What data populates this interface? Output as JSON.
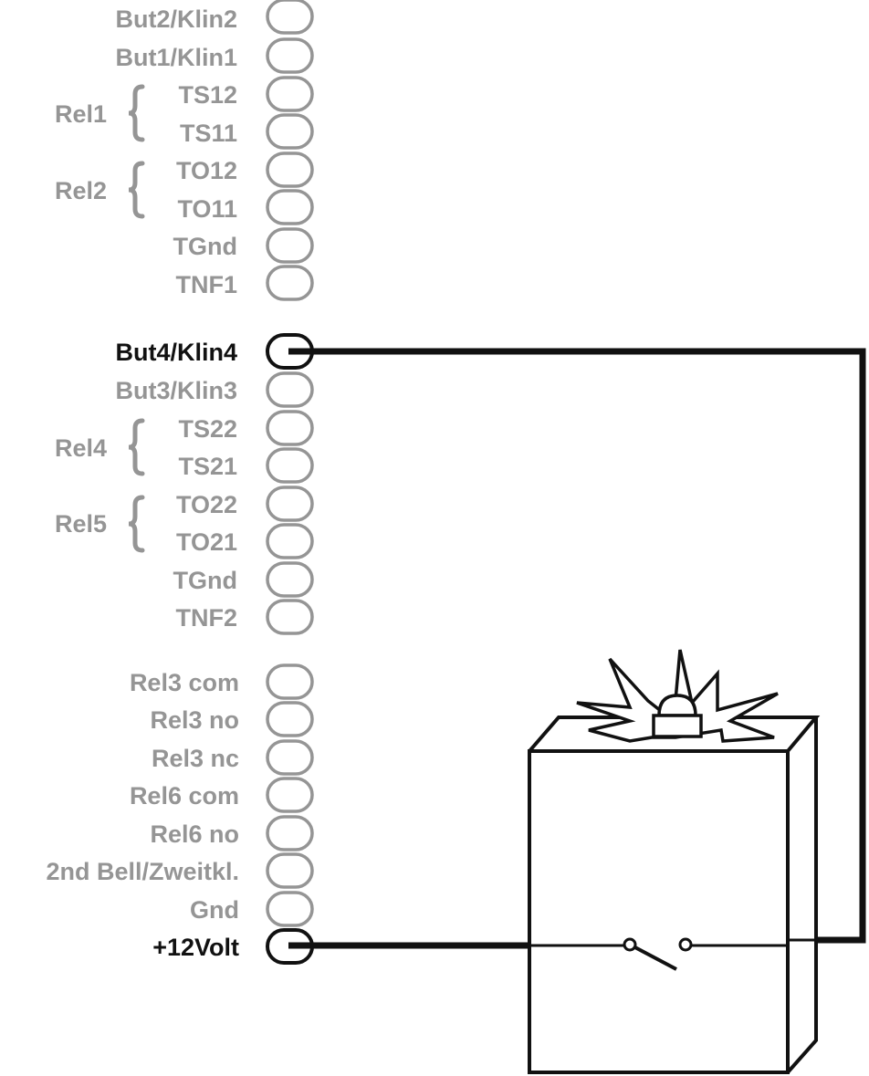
{
  "colors": {
    "inactive": "#959595",
    "active": "#111111",
    "background": "#ffffff"
  },
  "terminals": [
    {
      "id": "but2",
      "label": "But2/Klin2",
      "active": false
    },
    {
      "id": "but1",
      "label": "But1/Klin1",
      "active": false
    },
    {
      "id": "ts12",
      "label": "TS12",
      "active": false
    },
    {
      "id": "ts11",
      "label": "TS11",
      "active": false
    },
    {
      "id": "to12",
      "label": "TO12",
      "active": false
    },
    {
      "id": "to11",
      "label": "TO11",
      "active": false
    },
    {
      "id": "tgnd1",
      "label": "TGnd",
      "active": false
    },
    {
      "id": "tnf1",
      "label": "TNF1",
      "active": false
    },
    {
      "id": "but4",
      "label": "But4/Klin4",
      "active": true
    },
    {
      "id": "but3",
      "label": "But3/Klin3",
      "active": false
    },
    {
      "id": "ts22",
      "label": "TS22",
      "active": false
    },
    {
      "id": "ts21",
      "label": "TS21",
      "active": false
    },
    {
      "id": "to22",
      "label": "TO22",
      "active": false
    },
    {
      "id": "to21",
      "label": "TO21",
      "active": false
    },
    {
      "id": "tgnd2",
      "label": "TGnd",
      "active": false
    },
    {
      "id": "tnf2",
      "label": "TNF2",
      "active": false
    },
    {
      "id": "rel3com",
      "label": "Rel3 com",
      "active": false
    },
    {
      "id": "rel3no",
      "label": "Rel3 no",
      "active": false
    },
    {
      "id": "rel3nc",
      "label": "Rel3 nc",
      "active": false
    },
    {
      "id": "rel6com",
      "label": "Rel6 com",
      "active": false
    },
    {
      "id": "rel6no",
      "label": "Rel6 no",
      "active": false
    },
    {
      "id": "bell2",
      "label": "2nd Bell/Zweitkl.",
      "active": false
    },
    {
      "id": "gnd",
      "label": "Gnd",
      "active": false
    },
    {
      "id": "v12",
      "label": "+12Volt",
      "active": true
    }
  ],
  "relay_groups": [
    {
      "id": "rel1",
      "label": "Rel1"
    },
    {
      "id": "rel2",
      "label": "Rel2"
    },
    {
      "id": "rel4",
      "label": "Rel4"
    },
    {
      "id": "rel5",
      "label": "Rel5"
    }
  ],
  "device": {
    "icon": "flashing-beacon-icon",
    "switch_icon": "switch-contact-icon"
  }
}
